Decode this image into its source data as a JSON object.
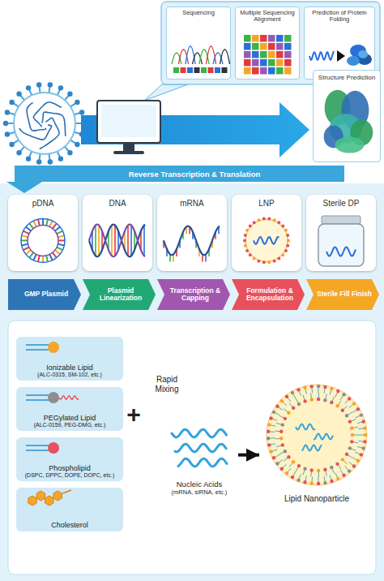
{
  "diagram": {
    "nodes": [
      {
        "text": [
          "Sequencing"
        ]
      },
      {
        "text": [
          "Multiple Sequencing Alignment"
        ]
      },
      {
        "text": [
          "Prediction of Protein Folding"
        ]
      },
      {
        "text": [
          "Structure Prediction"
        ]
      },
      {
        "text": [
          "Reverse Transcription & Translation"
        ]
      },
      {
        "text": [
          "pDNA"
        ]
      },
      {
        "text": [
          "DNA"
        ]
      },
      {
        "text": [
          "mRNA"
        ]
      },
      {
        "text": [
          "LNP"
        ]
      },
      {
        "text": [
          "Sterile DP"
        ]
      },
      {
        "text": [
          "GMP Plasmid"
        ]
      },
      {
        "text": [
          "Plasmid Linearization"
        ]
      },
      {
        "text": [
          "Transcription & Capping"
        ]
      },
      {
        "text": [
          "Formulation & Encapsulation"
        ]
      },
      {
        "text": [
          "Sterile Fill Finish"
        ]
      },
      {
        "text": [
          "Ionizable Lipid",
          "(ALC-0315, SM-102, etc.)"
        ]
      },
      {
        "text": [
          "PEGylated Lipid",
          "(ALC-0159, PEG-DMG, etc.)"
        ]
      },
      {
        "text": [
          "Phospholipid",
          "(DSPC, DPPC, DOPE, DOPC, etc.)"
        ]
      },
      {
        "text": [
          "Cholesterol"
        ]
      },
      {
        "text": [
          "Nucleic Acids",
          "(mRNA, siRNA, etc.)"
        ]
      },
      {
        "text": [
          "Lipid Nanoparticle"
        ]
      }
    ],
    "edges": [
      {
        "from": 19,
        "to": 20,
        "arrow": "to"
      }
    ],
    "labels": [
      "+",
      "Rapid Mixing"
    ]
  }
}
